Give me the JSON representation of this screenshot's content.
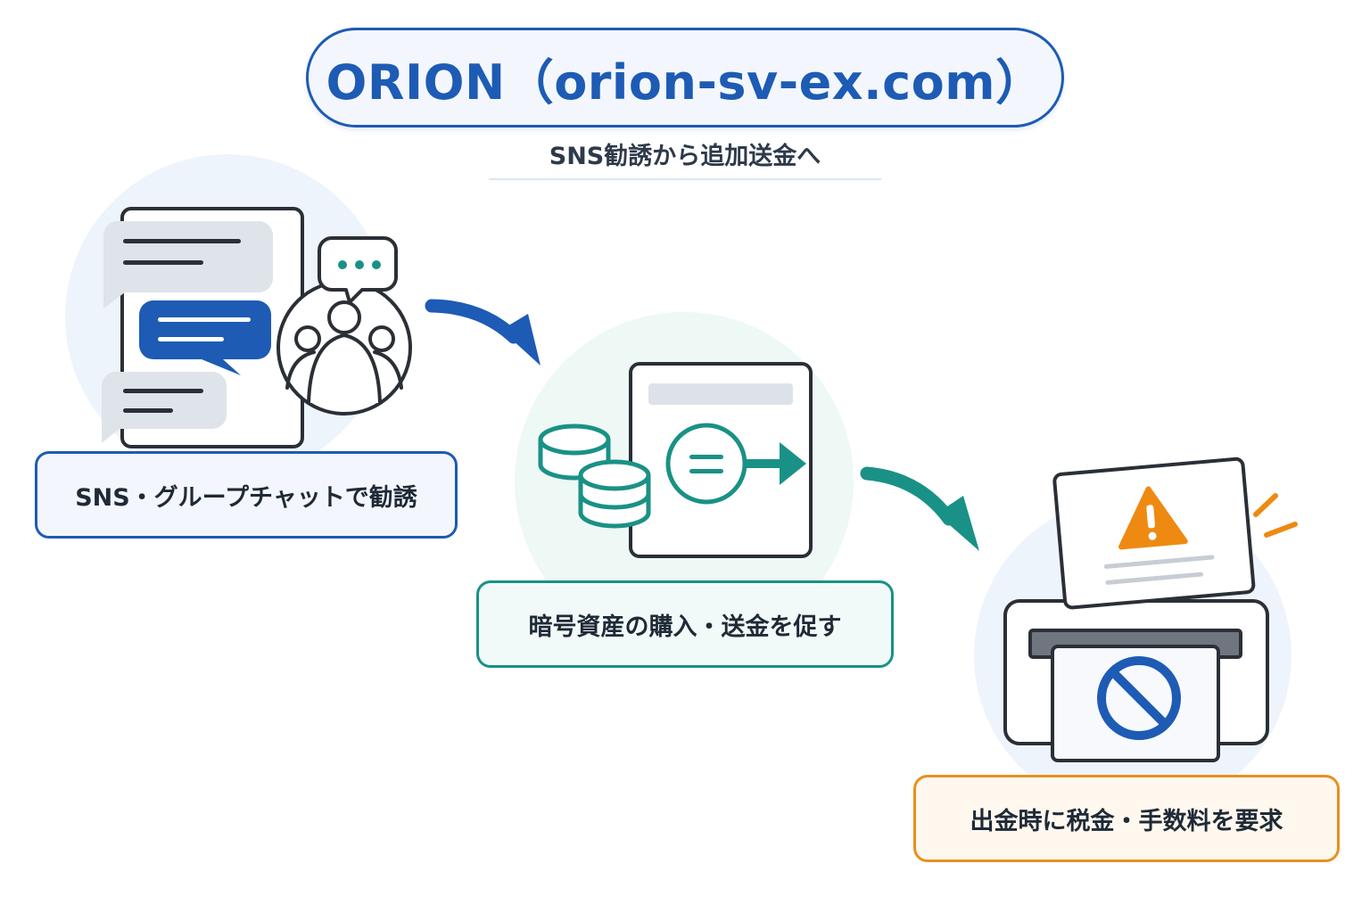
{
  "title": "ORION（orion-sv-ex.com）",
  "subtitle": "SNS勧誘から追加送金へ",
  "steps": [
    {
      "label": "SNS・グループチャットで勧誘",
      "icon": "chat-recruit-icon"
    },
    {
      "label": "暗号資産の購入・送金を促す",
      "icon": "crypto-transfer-icon"
    },
    {
      "label": "出金時に税金・手数料を要求",
      "icon": "blocked-withdrawal-icon"
    }
  ],
  "colors": {
    "blue": "#1d5bb5",
    "teal": "#1a9186",
    "orange": "#ee8a12",
    "dark": "#2b2f36"
  }
}
